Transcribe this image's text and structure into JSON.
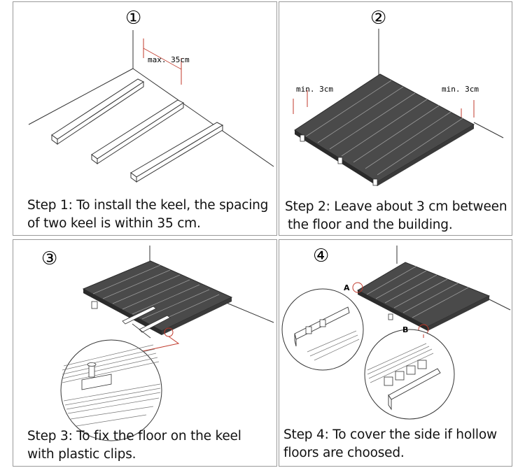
{
  "steps": [
    {
      "number": "①",
      "caption_line1": "Step 1: To install the keel, the spacing",
      "caption_line2": "of two keel is within 35 cm.",
      "dim_label": "max. 35cm"
    },
    {
      "number": "②",
      "caption_line1": "Step 2: Leave about 3 cm between",
      "caption_line2": "the floor and the building.",
      "dim_label_left": "min. 3cm",
      "dim_label_right": "min. 3cm"
    },
    {
      "number": "③",
      "caption_line1": "Step 3: To fix the floor on the keel",
      "caption_line2": "with plastic clips."
    },
    {
      "number": "④",
      "caption_line1": "Step 4: To cover the side if hollow",
      "caption_line2": "floors are choosed.",
      "label_a": "A",
      "label_b": "B"
    }
  ],
  "colors": {
    "board": "#4a4a4a",
    "board_edge": "#2b2b2b",
    "accent": "#c0392b",
    "line": "#333333"
  }
}
